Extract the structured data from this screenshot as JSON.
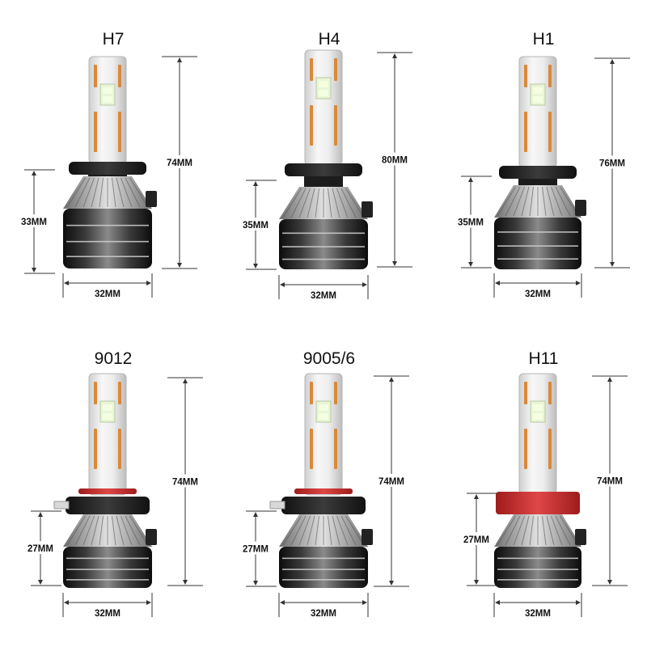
{
  "bulbs": [
    {
      "id": "h7",
      "model": "H7",
      "overall_height": "74MM",
      "base_height": "33MM",
      "width": "32MM",
      "collar": "black",
      "led": "white"
    },
    {
      "id": "h4",
      "model": "H4",
      "overall_height": "80MM",
      "base_height": "35MM",
      "width": "32MM",
      "collar": "black",
      "led": "white"
    },
    {
      "id": "h1",
      "model": "H1",
      "overall_height": "76MM",
      "base_height": "35MM",
      "width": "32MM",
      "collar": "black",
      "led": "white"
    },
    {
      "id": "9012",
      "model": "9012",
      "overall_height": "74MM",
      "base_height": "27MM",
      "width": "32MM",
      "collar": "red-ring",
      "led": "white"
    },
    {
      "id": "9005",
      "model": "9005/6",
      "overall_height": "74MM",
      "base_height": "27MM",
      "width": "32MM",
      "collar": "red-ring",
      "led": "white"
    },
    {
      "id": "h11",
      "model": "H11",
      "overall_height": "74MM",
      "base_height": "27MM",
      "width": "32MM",
      "collar": "red",
      "led": "white"
    }
  ],
  "colors": {
    "heatsink_dark": "#1e1e1e",
    "heatsink_light": "#9a9a9a",
    "fin_silver": "#c8c8c8",
    "led_chip": "#e8f5d8",
    "amber_strip": "#d9893a",
    "collar_red": "#d62f2f",
    "housing": "#e6e6e6"
  }
}
